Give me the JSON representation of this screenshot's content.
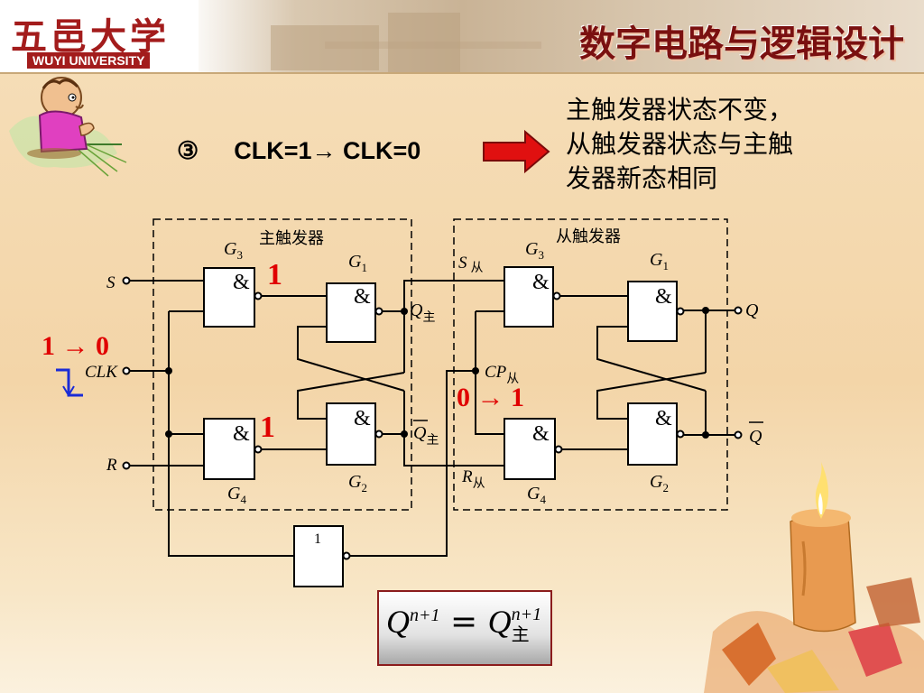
{
  "header": {
    "logo_cn": "五邑大学",
    "logo_en": "WUYI UNIVERSITY",
    "course_title": "数字电路与逻辑设计"
  },
  "step": {
    "marker": "③",
    "text": "CLK=1→ CLK=0",
    "result_lines": [
      "主触发器状态不变，",
      "从触发器状态与主触",
      "发器新态相同"
    ]
  },
  "diagram": {
    "master_label": "主触发器",
    "slave_label": "从触发器",
    "gate_symbol_and": "&",
    "gate_symbol_not": "1",
    "gates": {
      "g1": "G",
      "g1_sub": "1",
      "g2": "G",
      "g2_sub": "2",
      "g3": "G",
      "g3_sub": "3",
      "g4": "G",
      "g4_sub": "4"
    },
    "inputs": {
      "s": "S",
      "clk": "CLK",
      "r": "R"
    },
    "master_outputs": {
      "q": "Q",
      "q_sub": "主",
      "qbar": "Q",
      "qbar_sub": "主"
    },
    "slave_inputs": {
      "s": "S",
      "s_sub": "从",
      "cp": "CP",
      "cp_sub": "从",
      "r": "R",
      "r_sub": "从"
    },
    "slave_outputs": {
      "q": "Q",
      "qbar": "Q"
    },
    "annotations": {
      "clk_transition": "1 → 0",
      "cp_transition": "0 → 1",
      "g3_out": "1",
      "g4_out": "1"
    },
    "colors": {
      "annotation": "#e00000",
      "clk_pulse": "#1a2bd6",
      "arrow_fill": "#e01010"
    }
  },
  "formula": {
    "lhs": "Q",
    "lhs_sup": "n+1",
    "eq": "=",
    "rhs": "Q",
    "rhs_sup": "n+1",
    "rhs_sub": "主"
  }
}
